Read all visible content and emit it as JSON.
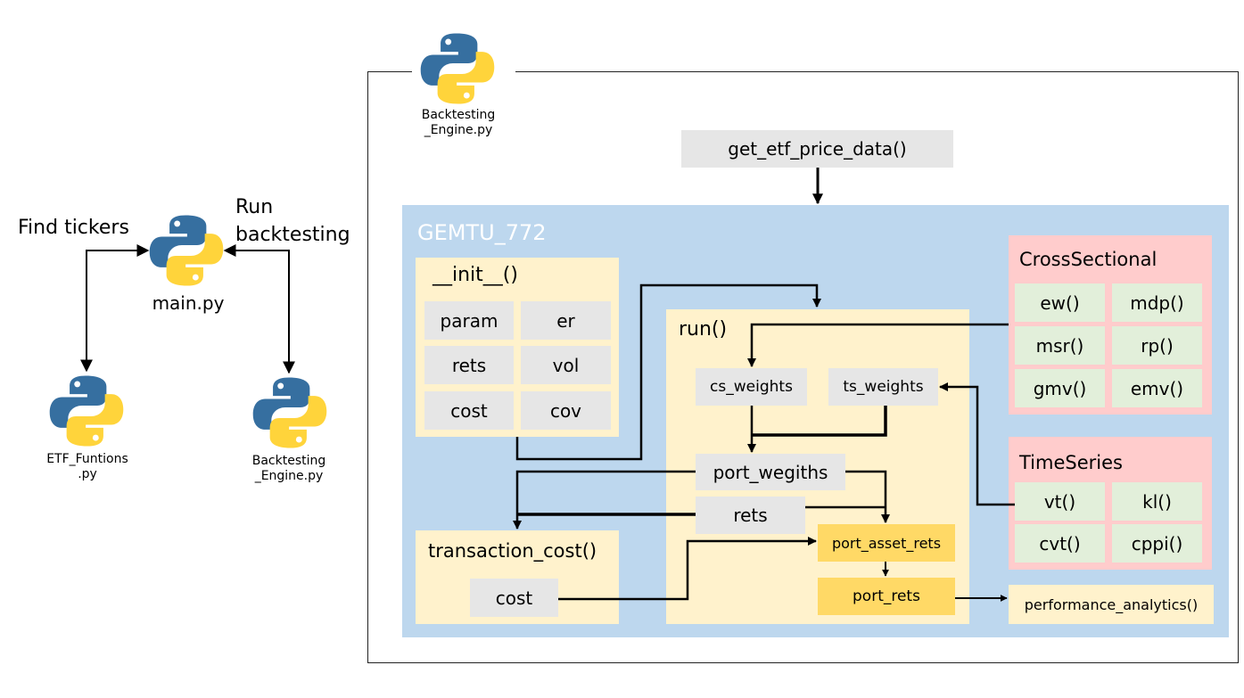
{
  "left": {
    "find_tickers": "Find tickers",
    "run_backtesting": "Run\nbacktesting",
    "main_py": "main.py",
    "etf_functions": "ETF_Funtions\n.py",
    "backtesting_engine": "Backtesting\n_Engine.py"
  },
  "engine": {
    "file_label": "Backtesting\n_Engine.py",
    "get_price": "get_etf_price_data()",
    "class_name": "GEMTU_772",
    "init": {
      "title": "__init__()",
      "items": [
        "param",
        "er",
        "rets",
        "vol",
        "cost",
        "cov"
      ]
    },
    "run": {
      "title": "run()",
      "cs_weights": "cs_weights",
      "ts_weights": "ts_weights",
      "port_weights": "port_wegiths",
      "rets": "rets",
      "port_asset_rets": "port_asset_rets",
      "port_rets": "port_rets"
    },
    "transaction": {
      "title": "transaction_cost()",
      "cost": "cost"
    },
    "cross_sectional": {
      "title": "CrossSectional",
      "items": [
        "ew()",
        "mdp()",
        "msr()",
        "rp()",
        "gmv()",
        "emv()"
      ]
    },
    "time_series": {
      "title": "TimeSeries",
      "items": [
        "vt()",
        "kl()",
        "cvt()",
        "cppi()"
      ]
    },
    "performance": "performance_analytics()"
  },
  "colors": {
    "python_blue": "#366fa0",
    "python_yellow": "#ffd43b",
    "class_bg": "#bdd7ee",
    "method_bg": "#fff2cc",
    "highlight": "#ffd966",
    "strategy_bg": "#ffcccc",
    "strategy_item": "#e2efda",
    "grey_box": "#e6e6e6"
  }
}
